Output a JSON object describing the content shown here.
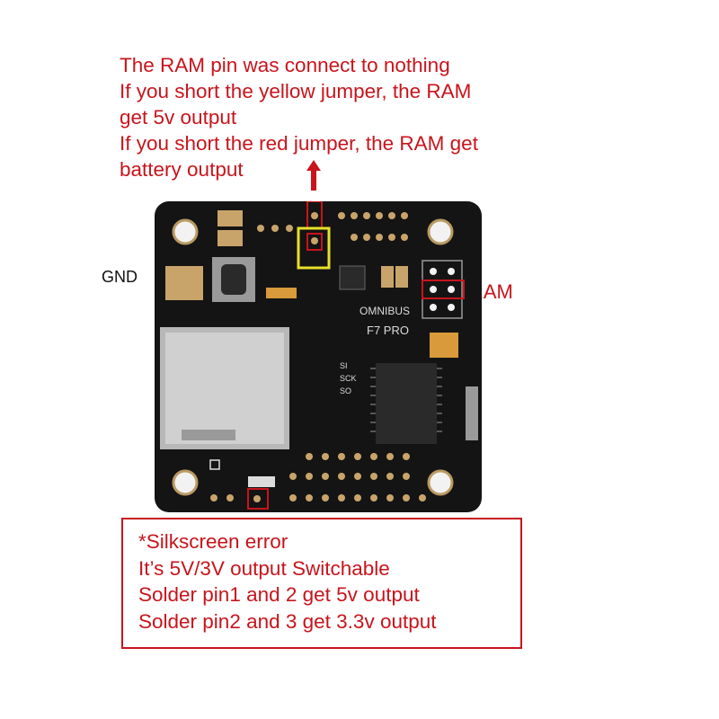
{
  "annotations": {
    "top_note": [
      "The RAM pin was connect to nothing",
      "If you short the yellow jumper, the RAM",
      "get 5v output",
      "If you short the red jumper, the RAM get",
      "battery output"
    ],
    "gnd_label": "GND",
    "ram_label": "RAM",
    "bottom_note": [
      "*Silkscreen error",
      "It’s 5V/3V output Switchable",
      "Solder pin1 and 2 get 5v output",
      "Solder pin2 and 3 get 3.3v output"
    ]
  },
  "board": {
    "silkscreen_name": "OMNIBUS",
    "silkscreen_model": "F7 PRO",
    "pad_labels": [
      "SI",
      "SCK",
      "SO"
    ]
  },
  "colors": {
    "annotation_red": "#c8141c",
    "board_black": "#141414",
    "gold_pad": "#c9a46a",
    "jumper_yellow": "#e8e02a"
  }
}
